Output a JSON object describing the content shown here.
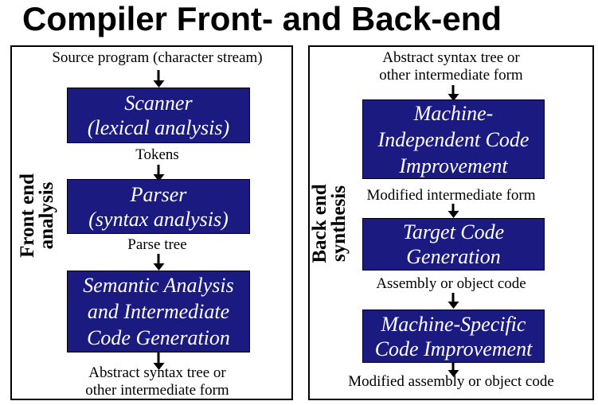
{
  "title": "Compiler Front- and Back-end",
  "colors": {
    "box_bg": "#1a1a80",
    "box_text": "#ffffff",
    "line": "#000000",
    "background": "#ffffff"
  },
  "front_end": {
    "side_label_lines": [
      "Front end",
      "analysis"
    ],
    "input_lines": [
      "Source program (character stream)"
    ],
    "boxes": [
      {
        "lines": [
          "Scanner",
          "(lexical analysis)"
        ]
      },
      {
        "lines": [
          "Parser",
          "(syntax analysis)"
        ]
      },
      {
        "lines": [
          "Semantic Analysis",
          "and Intermediate",
          "Code Generation"
        ]
      }
    ],
    "edge_labels": [
      "Tokens",
      "Parse tree"
    ],
    "output_lines": [
      "Abstract syntax tree or",
      "other intermediate form"
    ]
  },
  "back_end": {
    "side_label_lines": [
      "Back end",
      "synthesis"
    ],
    "input_lines": [
      "Abstract syntax tree or",
      "other intermediate form"
    ],
    "boxes": [
      {
        "lines": [
          "Machine-",
          "Independent Code",
          "Improvement"
        ]
      },
      {
        "lines": [
          "Target Code",
          "Generation"
        ]
      },
      {
        "lines": [
          "Machine-Specific",
          "Code Improvement"
        ]
      }
    ],
    "edge_labels": [
      "Modified intermediate form",
      "Assembly or object code"
    ],
    "output_lines": [
      "Modified assembly or object code"
    ]
  }
}
